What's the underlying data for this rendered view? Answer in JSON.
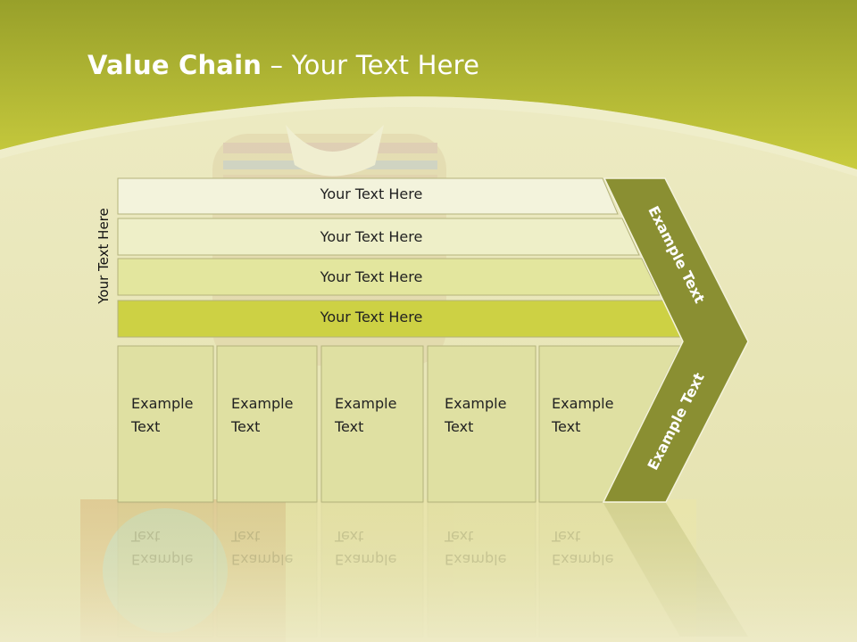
{
  "title": {
    "bold": "Value Chain",
    "rest": " – Your Text Here"
  },
  "side_label": "Your Text Here",
  "rows": [
    {
      "label": "Your Text Here",
      "fill": "#f3f3dc"
    },
    {
      "label": "Your Text Here",
      "fill": "#eeefc8"
    },
    {
      "label": "Your Text Here",
      "fill": "#e3e69e"
    },
    {
      "label": "Your Text Here",
      "fill": "#cdd144"
    }
  ],
  "columns": [
    {
      "line1": "Example",
      "line2": "Text"
    },
    {
      "line1": "Example",
      "line2": "Text"
    },
    {
      "line1": "Example",
      "line2": "Text"
    },
    {
      "line1": "Example",
      "line2": "Text"
    },
    {
      "line1": "Example",
      "line2": "Text"
    }
  ],
  "chevron": {
    "upper": "Example Text",
    "lower": "Example Text",
    "fill": "#8a8f32"
  },
  "colors": {
    "header": "#c6ca3c",
    "box_fill": "#dfe0a2",
    "box_stroke": "#b4b37c",
    "background": "#e9e6b8"
  }
}
